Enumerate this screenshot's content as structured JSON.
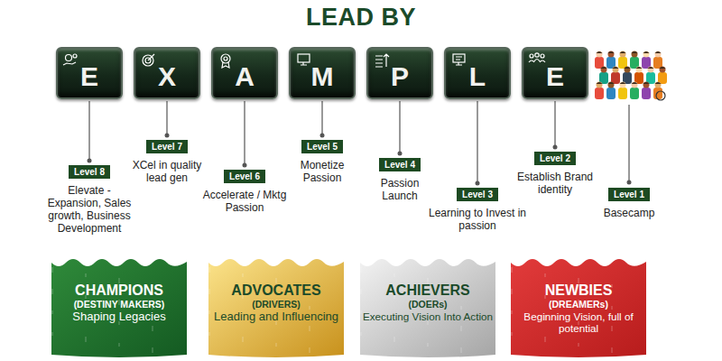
{
  "diagram": {
    "title": "LEAD BY",
    "nodes": [
      {
        "text": [
          "E"
        ]
      },
      {
        "text": [
          "X"
        ]
      },
      {
        "text": [
          "A"
        ]
      },
      {
        "text": [
          "M"
        ]
      },
      {
        "text": [
          "P"
        ]
      },
      {
        "text": [
          "L"
        ]
      },
      {
        "text": [
          "E"
        ]
      },
      {
        "text": [
          "Level 8",
          "Elevate - Expansion, Sales growth, Business Development"
        ]
      },
      {
        "text": [
          "Level 7",
          "XCel in quality lead gen"
        ]
      },
      {
        "text": [
          "Level 6",
          "Accelerate / Mktg Passion"
        ]
      },
      {
        "text": [
          "Level 5",
          "Monetize Passion"
        ]
      },
      {
        "text": [
          "Level 4",
          "Passion Launch"
        ]
      },
      {
        "text": [
          "Level 3",
          "Learning to Invest in passion"
        ]
      },
      {
        "text": [
          "Level 2",
          "Establish Brand identity"
        ]
      },
      {
        "text": [
          "Level 1",
          "Basecamp"
        ]
      },
      {
        "text": [
          "CHAMPIONS",
          "(DESTINY MAKERS)",
          "Shaping Legacies"
        ]
      },
      {
        "text": [
          "ADVOCATES",
          "(DRIVERS)",
          "Leading and Influencing"
        ]
      },
      {
        "text": [
          "ACHIEVERS",
          "(DOERs)",
          "Executing Vision Into Action"
        ]
      },
      {
        "text": [
          "NEWBIES",
          "(DREAMERs)",
          "Beginning Vision, full of potential"
        ]
      }
    ],
    "edges": [
      {
        "from": 0,
        "to": 7,
        "arrow": "none"
      },
      {
        "from": 1,
        "to": 8,
        "arrow": "none"
      },
      {
        "from": 2,
        "to": 9,
        "arrow": "none"
      },
      {
        "from": 3,
        "to": 10,
        "arrow": "none"
      },
      {
        "from": 4,
        "to": 11,
        "arrow": "none"
      },
      {
        "from": 5,
        "to": 12,
        "arrow": "none"
      },
      {
        "from": 6,
        "to": 13,
        "arrow": "none"
      }
    ]
  }
}
